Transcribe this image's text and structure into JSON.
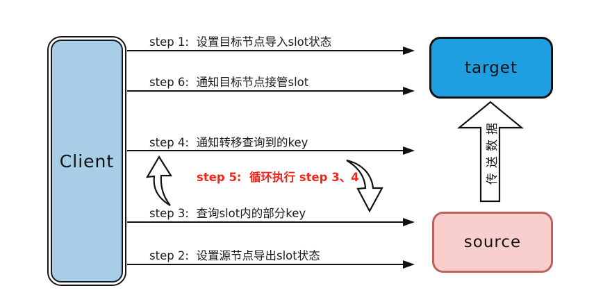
{
  "nodes": {
    "client": {
      "label": "Client",
      "fill": "#a8cde6"
    },
    "target": {
      "label": "target",
      "fill": "#1f9fdf"
    },
    "source": {
      "label": "source",
      "fill": "#f8cfcc",
      "border": "#c0615c"
    }
  },
  "messages": [
    {
      "step": "step-1",
      "label": "step 1:  设置目标节点导入slot状态"
    },
    {
      "step": "step-6",
      "label": "step 6:  通知目标节点接管slot"
    },
    {
      "step": "step-4",
      "label": "step 4:  通知转移查询到的key"
    },
    {
      "step": "step-3",
      "label": "step 3:  查询slot内的部分key"
    },
    {
      "step": "step-2",
      "label": "step 2:  设置源节点导出slot状态"
    }
  ],
  "loop_note": {
    "label": "step 5:  循环执行 step 3、4",
    "color": "#f0261b"
  },
  "transfer_arrow": {
    "label": "传送数据"
  }
}
